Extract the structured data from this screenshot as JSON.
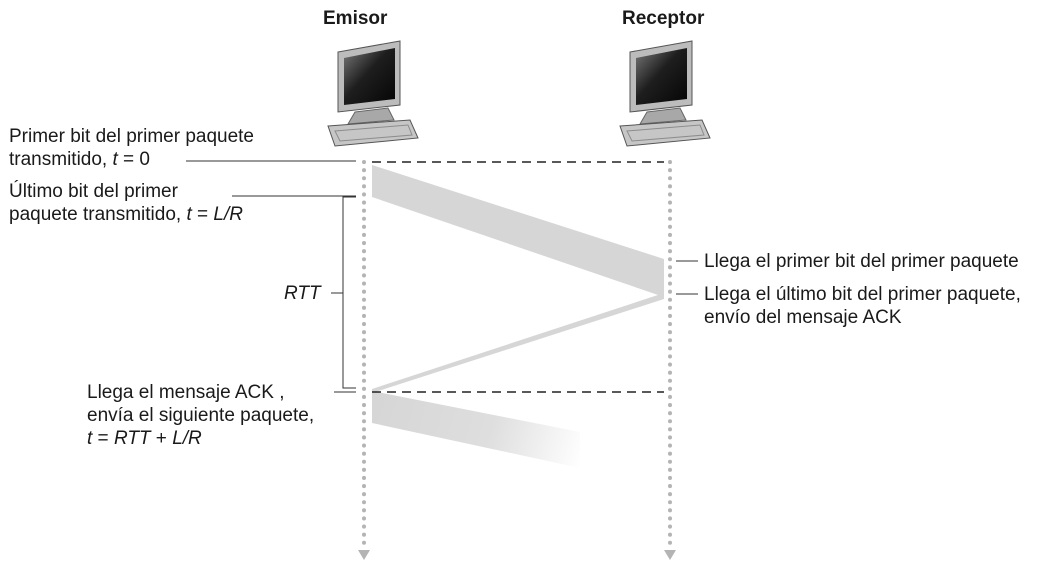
{
  "diagram": {
    "sender": {
      "title": "Emisor",
      "icon": "computer-icon"
    },
    "receiver": {
      "title": "Receptor",
      "icon": "computer-icon"
    },
    "annotations": {
      "first_bit_sent": {
        "line1": "Primer bit del primer paquete",
        "line2_text": "transmitido, ",
        "line2_var": "t",
        "line2_value": " = 0"
      },
      "last_bit_sent": {
        "line1": "Último bit del primer",
        "line2_text": "paquete transmitido, ",
        "line2_var": "t",
        "line2_eq": " = ",
        "line2_value": "L/R"
      },
      "rtt": "RTT",
      "ack_arrives": {
        "line1": "Llega el mensaje ACK ,",
        "line2": "envía el siguiente paquete,",
        "line3_var": "t",
        "line3_eq": " = ",
        "line3_a": "RTT",
        "line3_plus": " + ",
        "line3_b": "L/R"
      },
      "first_bit_arrives": "Llega el primer bit del primer paquete",
      "last_bit_arrives": {
        "line1": "Llega el último bit del primer paquete,",
        "line2": "envío del mensaje ACK"
      }
    },
    "colors": {
      "packet_band": "#d6d6d6",
      "timeline_dots": "#b4b4b4",
      "text": "#1a1a1a"
    }
  }
}
